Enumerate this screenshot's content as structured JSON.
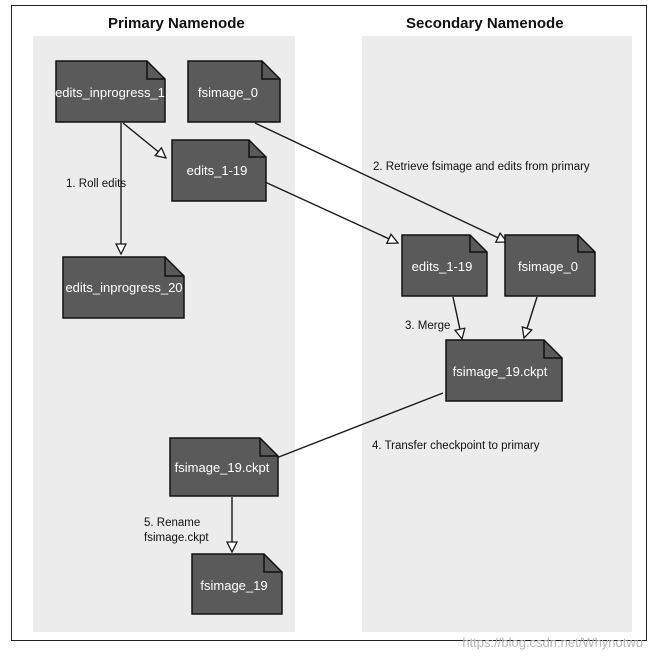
{
  "columns": {
    "primary_title": "Primary Namenode",
    "secondary_title": "Secondary Namenode"
  },
  "files": {
    "edits_inprogress_1": "edits_inprogress_1",
    "fsimage_0_primary": "fsimage_0",
    "edits_1_19_primary": "edits_1-19",
    "edits_inprogress_20": "edits_inprogress_20",
    "edits_1_19_secondary": "edits_1-19",
    "fsimage_0_secondary": "fsimage_0",
    "fsimage_19_ckpt_secondary": "fsimage_19.ckpt",
    "fsimage_19_ckpt_primary": "fsimage_19.ckpt",
    "fsimage_19": "fsimage_19"
  },
  "steps": {
    "roll_edits": "1. Roll edits",
    "retrieve": "2. Retrieve fsimage and edits from primary",
    "merge": "3. Merge",
    "transfer": "4. Transfer checkpoint to primary",
    "rename_line1": "5. Rename",
    "rename_line2": "fsimage.ckpt"
  },
  "colors": {
    "doc_fill": "#5a5a5a",
    "doc_stroke": "#111111",
    "panel_bg": "#ececec",
    "arrow": "#1a1a1a"
  },
  "watermark": "https://blog.csdn.net/Whynotwu"
}
